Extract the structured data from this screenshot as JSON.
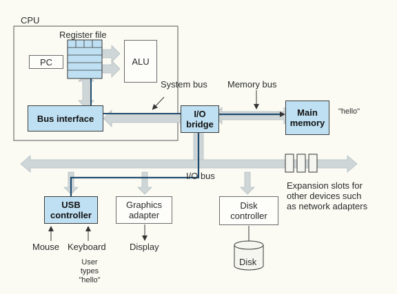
{
  "cpu": {
    "label": "CPU",
    "register_file": "Register file",
    "pc": "PC",
    "alu": "ALU",
    "bus_interface": "Bus interface"
  },
  "buses": {
    "system": "System bus",
    "memory": "Memory bus",
    "io": "I/O bus"
  },
  "io_bridge": "I/O\nbridge",
  "main_memory": {
    "label": "Main\nmemory",
    "content": "\"hello\""
  },
  "devices": {
    "usb": "USB\ncontroller",
    "graphics": "Graphics\nadapter",
    "disk_ctrl": "Disk\ncontroller",
    "disk": "Disk",
    "mouse": "Mouse",
    "keyboard": "Keyboard",
    "display": "Display"
  },
  "note_user": "User\ntypes\n\"hello\"",
  "expansion": "Expansion slots for\nother devices such\nas network adapters",
  "colors": {
    "component_fill": "#bfe0f2",
    "bus_fill": "#cfd6d7",
    "data_path": "#1f4a6e"
  }
}
